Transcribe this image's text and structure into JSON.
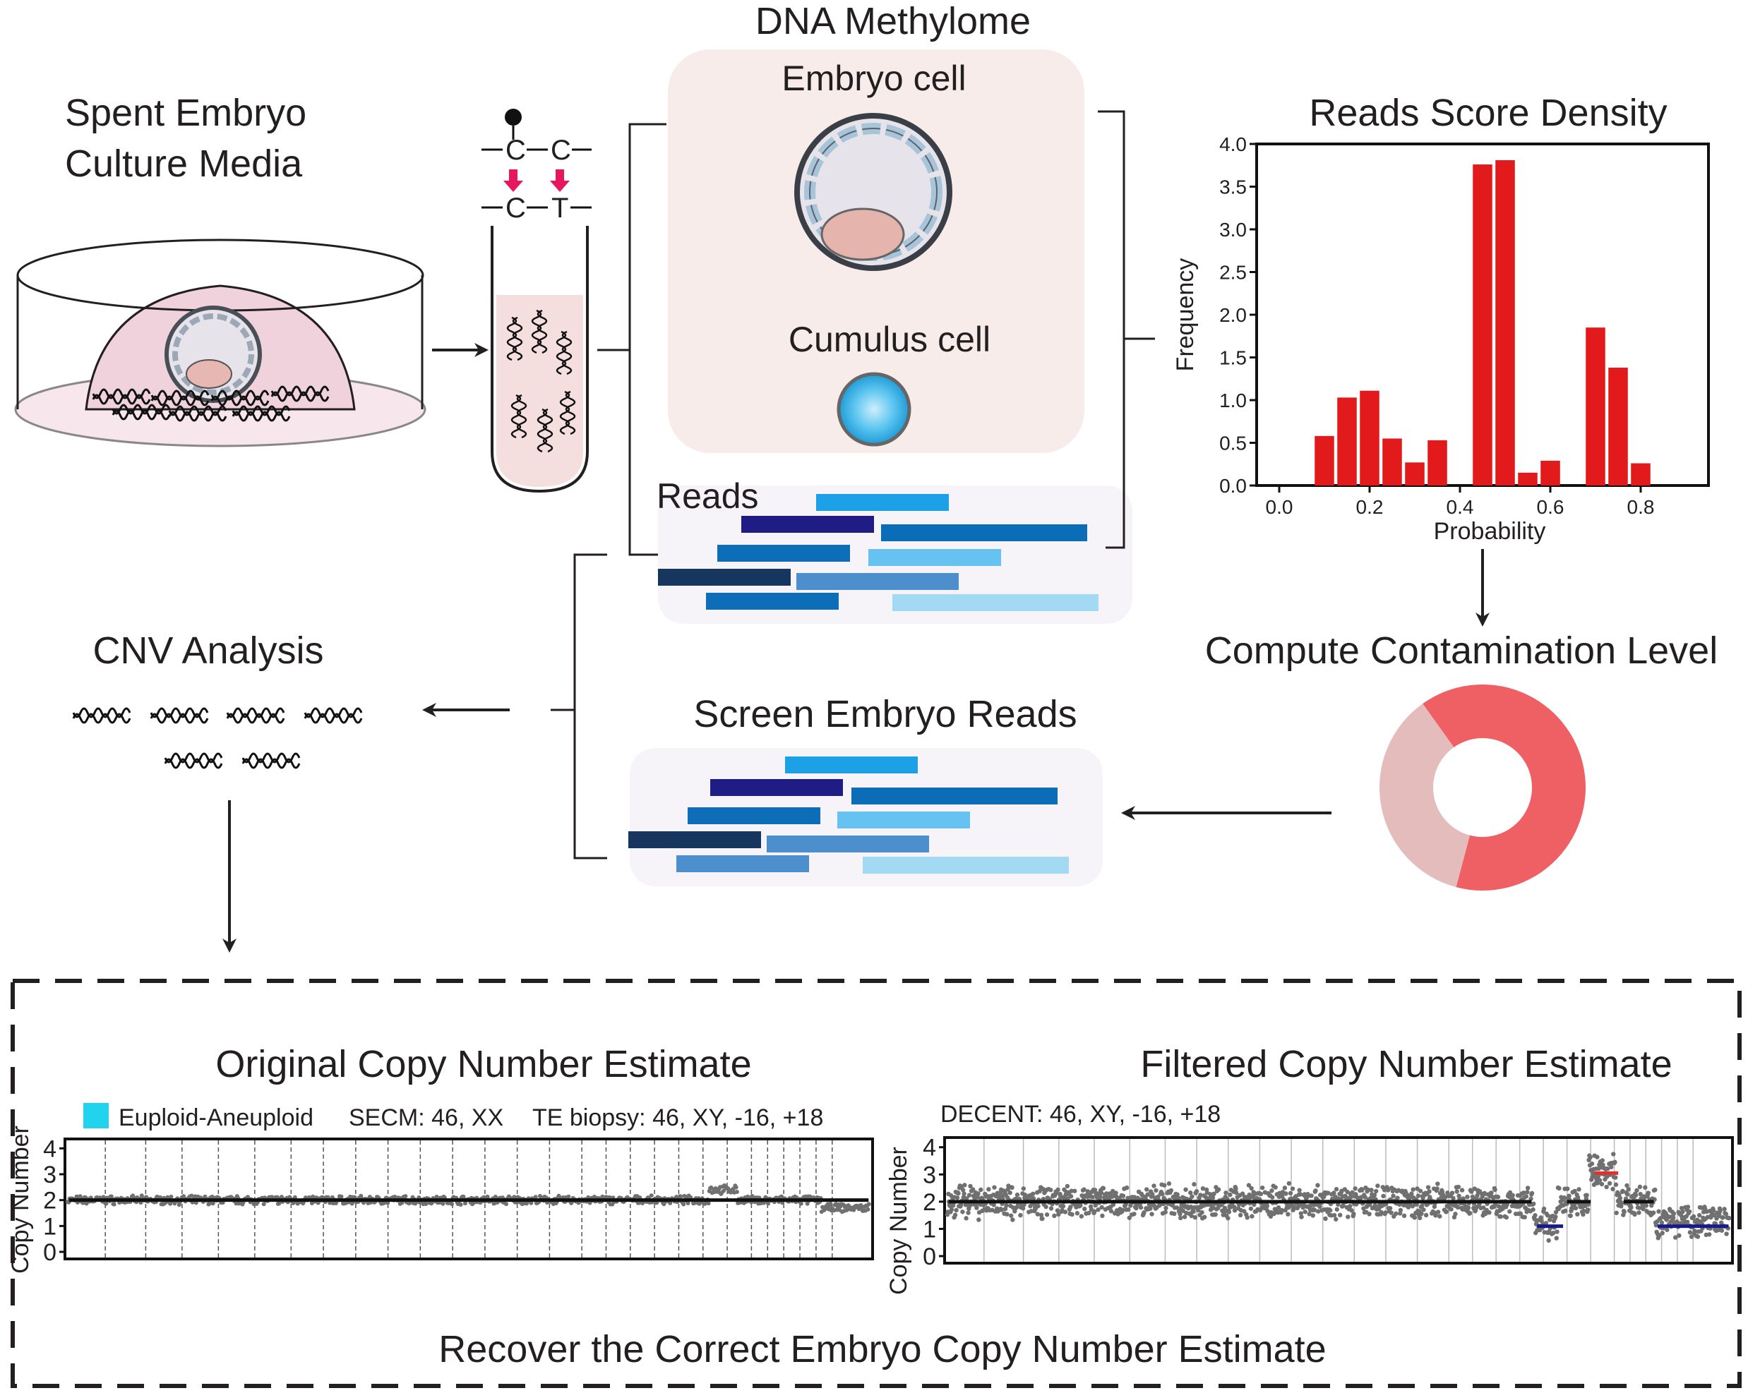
{
  "titles": {
    "dna_methylome": "DNA Methylome",
    "embryo_cell": "Embryo cell",
    "cumulus_cell": "Cumulus cell",
    "reads": "Reads",
    "spent_media_line1": "Spent Embryo",
    "spent_media_line2": "Culture Media",
    "reads_score_density": "Reads Score Density",
    "compute_contamination": "Compute Contamination Level",
    "screen_embryo_reads": "Screen Embryo Reads",
    "cnv_analysis": "CNV Analysis",
    "original_cn": "Original Copy Number Estimate",
    "filtered_cn": "Filtered Copy Number Estimate",
    "recover": "Recover the Correct Embryo Copy Number Estimate"
  },
  "bisulfite": {
    "top": [
      "C",
      "C"
    ],
    "bottom": [
      "C",
      "T"
    ]
  },
  "legend": {
    "swatch_color": "#22d3ee",
    "euploid_label": "Euploid-Aneuploid",
    "secm": "SECM: 46, XX",
    "te_biopsy": "TE biopsy: 46,  XY, -16, +18",
    "decent": "DECENT: 46,  XY, -16, +18"
  },
  "cn_axis": {
    "ylabel": "Copy Number",
    "ticks": [
      "4",
      "3",
      "2",
      "1",
      "0"
    ]
  },
  "colors": {
    "bar": "#e31a1c",
    "donut_main": "#ef6065",
    "donut_light": "#e5bcbc",
    "dish_fill": "#f4dbe3",
    "methylome_box": "#f7ecea",
    "cumulus": "#29a9e0",
    "gain": "#e03131",
    "loss": "#1a1a8c"
  },
  "chart_data": {
    "type": "bar",
    "title": "Reads Score Density",
    "xlabel": "Probability",
    "ylabel": "Frequency",
    "xlim": [
      -0.05,
      0.95
    ],
    "ylim": [
      0,
      4.0
    ],
    "xticks": [
      "0.0",
      "0.2",
      "0.4",
      "0.6",
      "0.8"
    ],
    "yticks": [
      "0.0",
      "0.5",
      "1.0",
      "1.5",
      "2.0",
      "2.5",
      "3.0",
      "3.5",
      "4.0"
    ],
    "x": [
      0.1,
      0.15,
      0.2,
      0.25,
      0.3,
      0.35,
      0.45,
      0.5,
      0.55,
      0.6,
      0.7,
      0.75,
      0.8
    ],
    "values": [
      0.58,
      1.03,
      1.11,
      0.55,
      0.27,
      0.53,
      3.76,
      3.81,
      0.15,
      0.29,
      1.85,
      1.38,
      0.26
    ]
  },
  "contamination": {
    "embryo_fraction": 0.64,
    "contamination_fraction": 0.36
  }
}
